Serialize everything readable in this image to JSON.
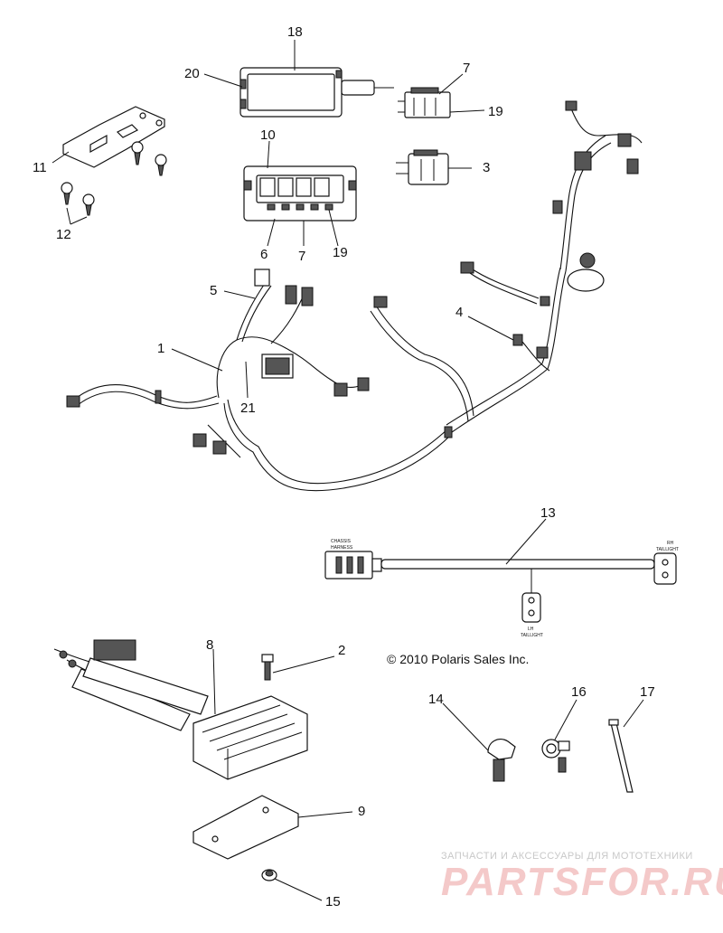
{
  "callouts": {
    "c1": "1",
    "c2": "2",
    "c3": "3",
    "c4": "4",
    "c5": "5",
    "c6": "6",
    "c7a": "7",
    "c7b": "7",
    "c8": "8",
    "c9": "9",
    "c10": "10",
    "c11": "11",
    "c12": "12",
    "c13": "13",
    "c14": "14",
    "c15": "15",
    "c16": "16",
    "c17": "17",
    "c18": "18",
    "c19a": "19",
    "c19b": "19",
    "c20": "20",
    "c21": "21"
  },
  "harness_labels": {
    "chassis_line1": "CHASSIS",
    "chassis_line2": "HARNESS",
    "rh_line1": "RH",
    "rh_line2": "TAILLIGHT",
    "lh_line1": "LH",
    "lh_line2": "TAILLIGHT"
  },
  "copyright": "© 2010 Polaris Sales Inc.",
  "watermark": {
    "tagline": "ЗАПЧАСТИ И АКСЕССУАРЫ ДЛЯ МОТОТЕХНИКИ",
    "brand": "PARTSFOR.RU",
    "brand_color": "#e53935"
  }
}
